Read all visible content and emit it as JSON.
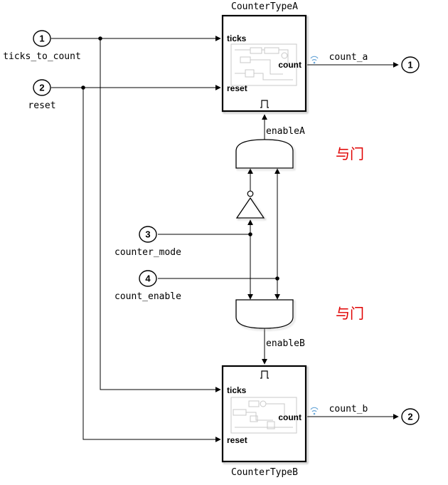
{
  "blocks": {
    "counter_a": {
      "name": "CounterTypeA",
      "in_ports": [
        "ticks",
        "reset"
      ],
      "out_port": "count"
    },
    "counter_b": {
      "name": "CounterTypeB",
      "in_ports": [
        "ticks",
        "reset"
      ],
      "out_port": "count"
    }
  },
  "inports": [
    {
      "number": "1",
      "label": "ticks_to_count"
    },
    {
      "number": "2",
      "label": "reset"
    },
    {
      "number": "3",
      "label": "counter_mode"
    },
    {
      "number": "4",
      "label": "count_enable"
    }
  ],
  "outports": [
    {
      "number": "1",
      "signal": "count_a"
    },
    {
      "number": "2",
      "signal": "count_b"
    }
  ],
  "signals": {
    "enable_a": "enableA",
    "enable_b": "enableB"
  },
  "annotations": {
    "and_gate_a": "与门",
    "and_gate_b": "与门"
  },
  "icons": {
    "trigger": "pulse-trigger-icon",
    "wireless": "wireless-signal-icon",
    "not_gate": "not-gate-icon",
    "and_gate": "and-gate-icon"
  },
  "colors": {
    "annotation": "#e00000",
    "block_border": "#000000",
    "block_fill": "#ffffff"
  }
}
